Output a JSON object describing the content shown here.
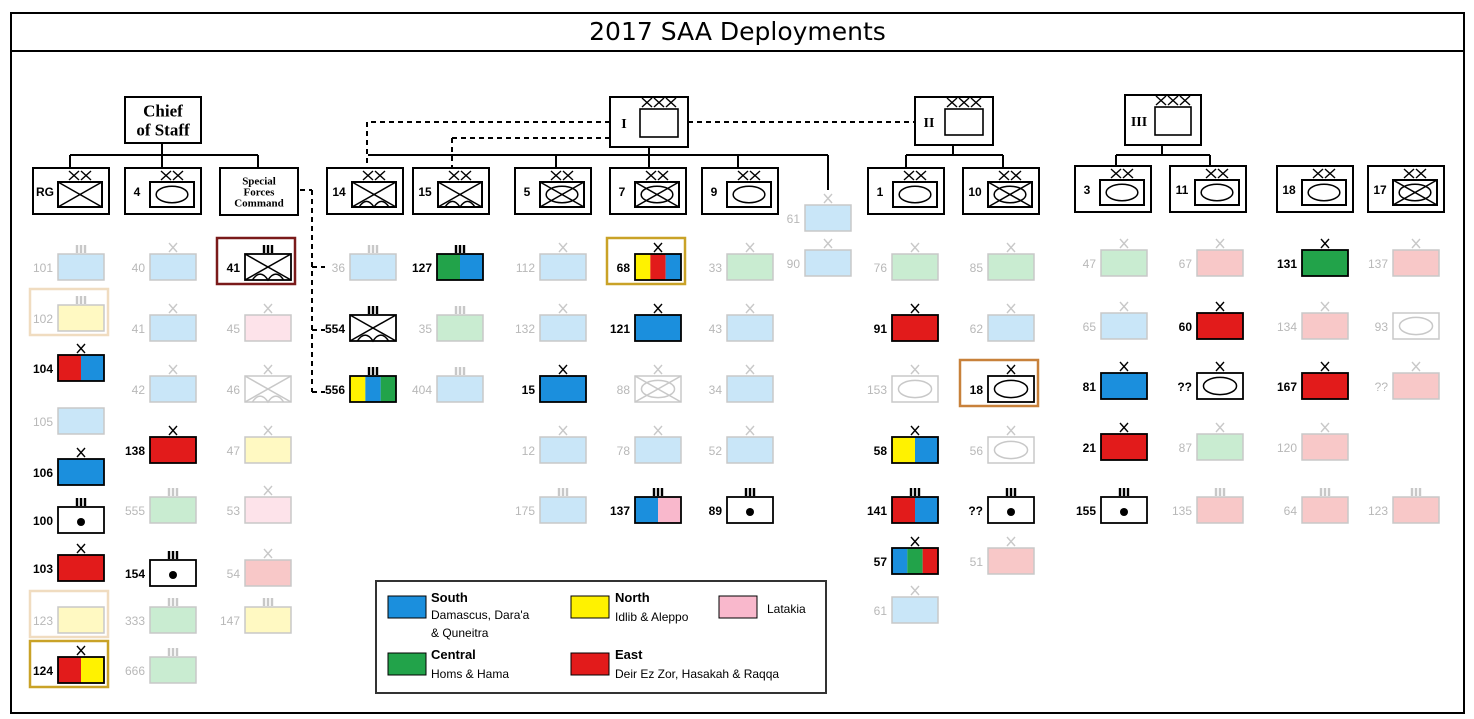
{
  "title": "2017 SAA Deployments",
  "colors": {
    "south": "#1b8fdd",
    "south_faded": "#c9e6f8",
    "north": "#fff200",
    "north_faded": "#fff9c2",
    "central": "#22a34a",
    "central_faded": "#c9ecd1",
    "east": "#e21b1b",
    "east_faded": "#f8c8c8",
    "latakia": "#f9b8cc",
    "latakia_faded": "#fde3ea",
    "border_gold": "#c9a227",
    "border_dark_red": "#7a1a1a",
    "border_orange": "#c8813b"
  },
  "top_nodes": {
    "chief": {
      "label_line1": "Chief",
      "label_line2": "of Staff"
    },
    "sfc": {
      "label_line1": "Special",
      "label_line2": "Forces",
      "label_line3": "Command"
    },
    "corps_I": {
      "label": "I",
      "echelon": "XXX"
    },
    "corps_II": {
      "label": "II",
      "echelon": "XXX"
    },
    "corps_III": {
      "label": "III",
      "echelon": "XXX"
    }
  },
  "divisions": [
    {
      "label": "RG",
      "echelon": "XX",
      "type": "infantry"
    },
    {
      "label": "4",
      "echelon": "XX",
      "type": "armor"
    },
    {
      "label": "14",
      "echelon": "XX",
      "type": "airborne"
    },
    {
      "label": "15",
      "echelon": "XX",
      "type": "airborne"
    },
    {
      "label": "5",
      "echelon": "XX",
      "type": "mech"
    },
    {
      "label": "7",
      "echelon": "XX",
      "type": "mech"
    },
    {
      "label": "9",
      "echelon": "XX",
      "type": "armor"
    },
    {
      "label": "1",
      "echelon": "XX",
      "type": "armor"
    },
    {
      "label": "10",
      "echelon": "XX",
      "type": "mech"
    },
    {
      "label": "3",
      "echelon": "XX",
      "type": "armor"
    },
    {
      "label": "11",
      "echelon": "XX",
      "type": "armor"
    },
    {
      "label": "18",
      "echelon": "XX",
      "type": "armor"
    },
    {
      "label": "17",
      "echelon": "XX",
      "type": "mech"
    }
  ],
  "units": [
    {
      "label": "101",
      "fill": "south",
      "faded": true,
      "ech": "III"
    },
    {
      "label": "102",
      "fill": "north",
      "faded": true,
      "ech": "III",
      "border": "gold"
    },
    {
      "label": "104",
      "fill": "east|south",
      "faded": false,
      "ech": "X"
    },
    {
      "label": "105",
      "fill": "south",
      "faded": true,
      "ech": ""
    },
    {
      "label": "106",
      "fill": "south",
      "faded": false,
      "ech": "X"
    },
    {
      "label": "100",
      "fill": "white",
      "faded": false,
      "ech": "III",
      "symbol": "dot"
    },
    {
      "label": "103",
      "fill": "east",
      "faded": false,
      "ech": "X"
    },
    {
      "label": "123",
      "fill": "north",
      "faded": true,
      "ech": "",
      "border": "gold"
    },
    {
      "label": "124",
      "fill": "east|north",
      "faded": false,
      "ech": "X",
      "border": "gold"
    },
    {
      "label": "40",
      "fill": "south",
      "faded": true,
      "ech": "X"
    },
    {
      "label": "41",
      "fill": "south",
      "faded": true,
      "ech": "X"
    },
    {
      "label": "42",
      "fill": "south",
      "faded": true,
      "ech": "X"
    },
    {
      "label": "138",
      "fill": "east",
      "faded": false,
      "ech": "X"
    },
    {
      "label": "555",
      "fill": "central",
      "faded": true,
      "ech": "III"
    },
    {
      "label": "154",
      "fill": "white",
      "faded": false,
      "ech": "III",
      "symbol": "dot"
    },
    {
      "label": "333",
      "fill": "central",
      "faded": true,
      "ech": "III"
    },
    {
      "label": "666",
      "fill": "central",
      "faded": true,
      "ech": "III"
    },
    {
      "label": "41",
      "fill": "white",
      "faded": false,
      "ech": "III",
      "symbol": "airborne",
      "border": "dark_red"
    },
    {
      "label": "45",
      "fill": "latakia",
      "faded": true,
      "ech": "X"
    },
    {
      "label": "46",
      "fill": "white",
      "faded": true,
      "ech": "X",
      "symbol": "airborne"
    },
    {
      "label": "47",
      "fill": "north",
      "faded": true,
      "ech": "X"
    },
    {
      "label": "53",
      "fill": "latakia",
      "faded": true,
      "ech": "X"
    },
    {
      "label": "54",
      "fill": "east",
      "faded": true,
      "ech": "X"
    },
    {
      "label": "147",
      "fill": "north",
      "faded": true,
      "ech": "III"
    },
    {
      "label": "36",
      "fill": "south",
      "faded": true,
      "ech": "III"
    },
    {
      "label": "554",
      "fill": "white",
      "faded": false,
      "ech": "III",
      "symbol": "airborne"
    },
    {
      "label": "556",
      "fill": "north|south|central",
      "faded": false,
      "ech": "III"
    },
    {
      "label": "127",
      "fill": "central|south",
      "faded": false,
      "ech": "III"
    },
    {
      "label": "35",
      "fill": "central",
      "faded": true,
      "ech": "III"
    },
    {
      "label": "404",
      "fill": "south",
      "faded": true,
      "ech": "III"
    },
    {
      "label": "112",
      "fill": "south",
      "faded": true,
      "ech": "X"
    },
    {
      "label": "132",
      "fill": "south",
      "faded": true,
      "ech": "X"
    },
    {
      "label": "15",
      "fill": "south",
      "faded": false,
      "ech": "X"
    },
    {
      "label": "12",
      "fill": "south",
      "faded": true,
      "ech": "X"
    },
    {
      "label": "175",
      "fill": "south",
      "faded": true,
      "ech": "III"
    },
    {
      "label": "68",
      "fill": "north|east|south",
      "faded": false,
      "ech": "X",
      "border": "gold"
    },
    {
      "label": "121",
      "fill": "south",
      "faded": false,
      "ech": "X"
    },
    {
      "label": "88",
      "fill": "white",
      "faded": true,
      "ech": "X",
      "symbol": "mech"
    },
    {
      "label": "78",
      "fill": "south",
      "faded": true,
      "ech": "X"
    },
    {
      "label": "137",
      "fill": "south|latakia",
      "faded": false,
      "ech": "III"
    },
    {
      "label": "33",
      "fill": "central",
      "faded": true,
      "ech": "X"
    },
    {
      "label": "43",
      "fill": "south",
      "faded": true,
      "ech": "X"
    },
    {
      "label": "34",
      "fill": "south",
      "faded": true,
      "ech": "X"
    },
    {
      "label": "52",
      "fill": "south",
      "faded": true,
      "ech": "X"
    },
    {
      "label": "89",
      "fill": "white",
      "faded": false,
      "ech": "III",
      "symbol": "dot"
    },
    {
      "label": "61",
      "fill": "south",
      "faded": true,
      "ech": "X"
    },
    {
      "label": "90",
      "fill": "south",
      "faded": true,
      "ech": "X"
    },
    {
      "label": "76",
      "fill": "central",
      "faded": true,
      "ech": "X"
    },
    {
      "label": "91",
      "fill": "east",
      "faded": false,
      "ech": "X"
    },
    {
      "label": "153",
      "fill": "white",
      "faded": true,
      "ech": "X",
      "symbol": "armor"
    },
    {
      "label": "58",
      "fill": "north|south",
      "faded": false,
      "ech": "X"
    },
    {
      "label": "141",
      "fill": "east|south",
      "faded": false,
      "ech": "III"
    },
    {
      "label": "57",
      "fill": "south|central|east",
      "faded": false,
      "ech": "X"
    },
    {
      "label": "61",
      "fill": "south",
      "faded": true,
      "ech": "X"
    },
    {
      "label": "85",
      "fill": "central",
      "faded": true,
      "ech": "X"
    },
    {
      "label": "62",
      "fill": "south",
      "faded": true,
      "ech": "X"
    },
    {
      "label": "18",
      "fill": "white",
      "faded": false,
      "ech": "X",
      "symbol": "armor",
      "border": "orange"
    },
    {
      "label": "56",
      "fill": "white",
      "faded": true,
      "ech": "X",
      "symbol": "armor"
    },
    {
      "label": "??",
      "fill": "white",
      "faded": false,
      "ech": "III",
      "symbol": "dot"
    },
    {
      "label": "51",
      "fill": "east",
      "faded": true,
      "ech": "X"
    },
    {
      "label": "47",
      "fill": "central",
      "faded": true,
      "ech": "X"
    },
    {
      "label": "65",
      "fill": "south",
      "faded": true,
      "ech": "X"
    },
    {
      "label": "81",
      "fill": "south",
      "faded": false,
      "ech": "X"
    },
    {
      "label": "21",
      "fill": "east",
      "faded": false,
      "ech": "X"
    },
    {
      "label": "155",
      "fill": "white",
      "faded": false,
      "ech": "III",
      "symbol": "dot"
    },
    {
      "label": "67",
      "fill": "east",
      "faded": true,
      "ech": "X"
    },
    {
      "label": "60",
      "fill": "east",
      "faded": false,
      "ech": "X"
    },
    {
      "label": "??",
      "fill": "white",
      "faded": false,
      "ech": "X",
      "symbol": "armor"
    },
    {
      "label": "87",
      "fill": "central",
      "faded": true,
      "ech": "X"
    },
    {
      "label": "135",
      "fill": "east",
      "faded": true,
      "ech": "III"
    },
    {
      "label": "131",
      "fill": "central",
      "faded": false,
      "ech": "X"
    },
    {
      "label": "134",
      "fill": "east",
      "faded": true,
      "ech": "X"
    },
    {
      "label": "167",
      "fill": "east",
      "faded": false,
      "ech": "X"
    },
    {
      "label": "120",
      "fill": "east",
      "faded": true,
      "ech": "X"
    },
    {
      "label": "64",
      "fill": "east",
      "faded": true,
      "ech": "III"
    },
    {
      "label": "137",
      "fill": "east",
      "faded": true,
      "ech": "X"
    },
    {
      "label": "93",
      "fill": "white",
      "faded": true,
      "ech": "",
      "symbol": "armor"
    },
    {
      "label": "??",
      "fill": "east",
      "faded": true,
      "ech": "X"
    },
    {
      "label": "123",
      "fill": "east",
      "faded": true,
      "ech": "III"
    }
  ],
  "legend": {
    "south_title": "South",
    "south_line1": "Damascus, Dara'a",
    "south_line2": "& Quneitra",
    "north_title": "North",
    "north_line1": "Idlib & Aleppo",
    "latakia_title": "Latakia",
    "central_title": "Central",
    "central_line1": "Homs & Hama",
    "east_title": "East",
    "east_line1": "Deir Ez Zor, Hasakah & Raqqa"
  }
}
